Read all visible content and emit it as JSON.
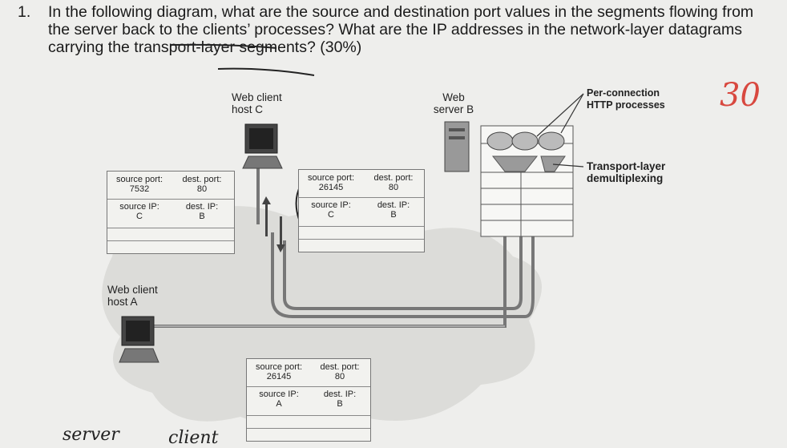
{
  "question": {
    "number": "1.",
    "text": "In the following diagram, what are the source and destination port values in the segments flowing from the server back to the clients’ processes? What are the IP addresses in the network-layer datagrams carrying the transport-layer segments? (30%)"
  },
  "grade": "30",
  "labels": {
    "host_c": "Web client host C",
    "server_b": "Web server B",
    "host_a": "Web client host A",
    "per_connection": "Per-connection HTTP processes",
    "transport": "Transport-layer demultiplexing"
  },
  "segments": [
    {
      "src_port_label": "source port:",
      "src_port": "7532",
      "dst_port_label": "dest. port:",
      "dst_port": "80",
      "src_ip_label": "source IP:",
      "src_ip": "C",
      "dst_ip_label": "dest. IP:",
      "dst_ip": "B"
    },
    {
      "src_port_label": "source port:",
      "src_port": "26145",
      "dst_port_label": "dest. port:",
      "dst_port": "80",
      "src_ip_label": "source IP:",
      "src_ip": "C",
      "dst_ip_label": "dest. IP:",
      "dst_ip": "B"
    },
    {
      "src_port_label": "source port:",
      "src_port": "26145",
      "dst_port_label": "dest. port:",
      "dst_port": "80",
      "src_ip_label": "source IP:",
      "src_ip": "A",
      "dst_ip_label": "dest. IP:",
      "dst_ip": "B"
    }
  ],
  "handwriting": {
    "bottom_left": "server",
    "bottom_right": "client"
  },
  "colors": {
    "ink": "#1a1a1a",
    "grade_red": "#d8483f",
    "cloud": "#dcdcd9"
  }
}
